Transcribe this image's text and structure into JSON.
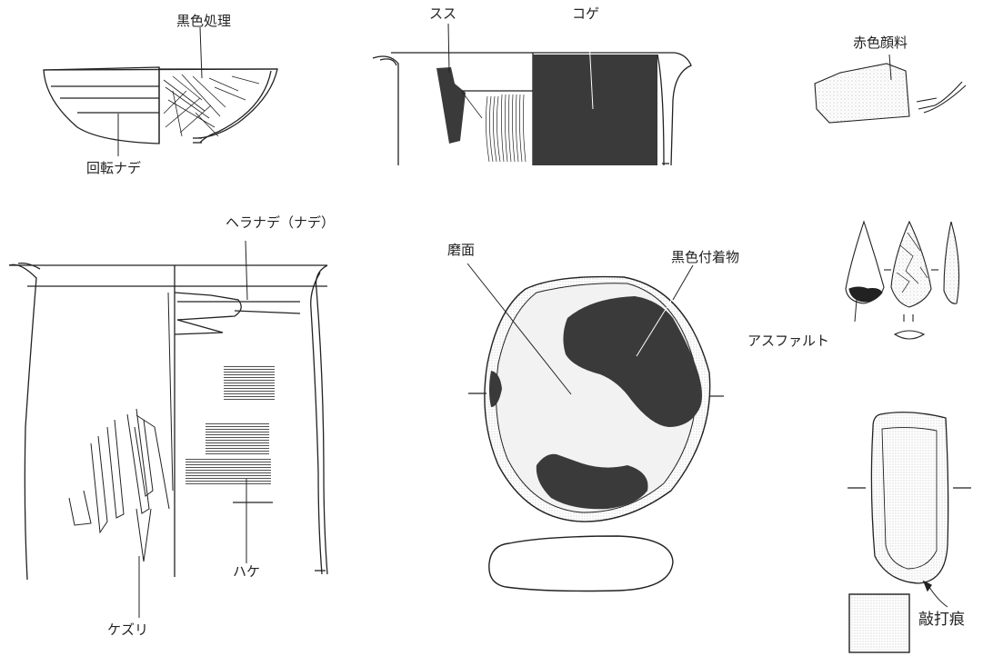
{
  "labels": {
    "kokushoku_shori": "黒色処理",
    "kaiten_nade": "回転ナデ",
    "susu": "スス",
    "koge": "コゲ",
    "sekishoku_ganryo": "赤色顔料",
    "hera_nade": "ヘラナデ（ナデ）",
    "kezuri": "ケズリ",
    "hake": "ハケ",
    "mamen": "磨面",
    "kokushoku_fuchakubutsu": "黒色付着物",
    "asphalt": "アスファルト",
    "kouda_kon": "敲打痕"
  },
  "colors": {
    "ink": "#222222",
    "dark_fill": "#3a3a3a",
    "stipple": "#bdbdbd"
  }
}
